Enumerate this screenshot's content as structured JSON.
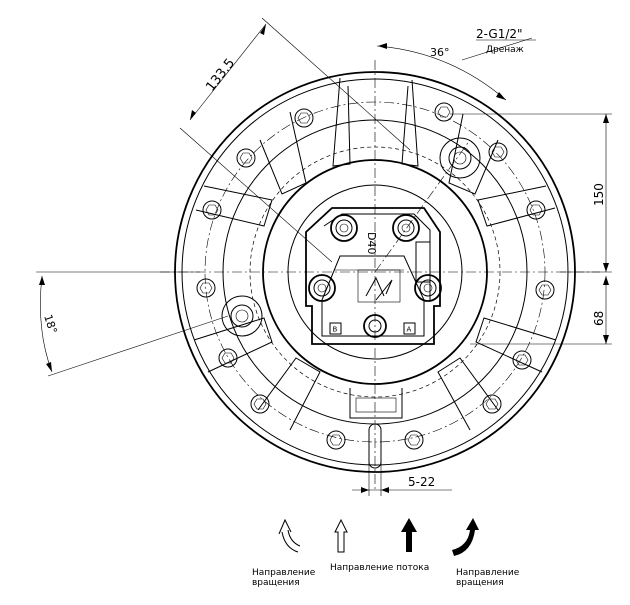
{
  "dimensions": {
    "radius": "133.5",
    "angle_top": "36°",
    "thread": "2-G1/2\"",
    "drain": "Дренаж",
    "height_150": "150",
    "height_68": "68",
    "angle_left": "18°",
    "slot": "5-22"
  },
  "plate": {
    "size": "D40",
    "port_a": "A",
    "port_b": "B"
  },
  "legend": {
    "rotation_left_line1": "Направление",
    "rotation_left_line2": "вращения",
    "flow": "Направление потока",
    "rotation_right_line1": "Направление",
    "rotation_right_line2": "вращения"
  }
}
